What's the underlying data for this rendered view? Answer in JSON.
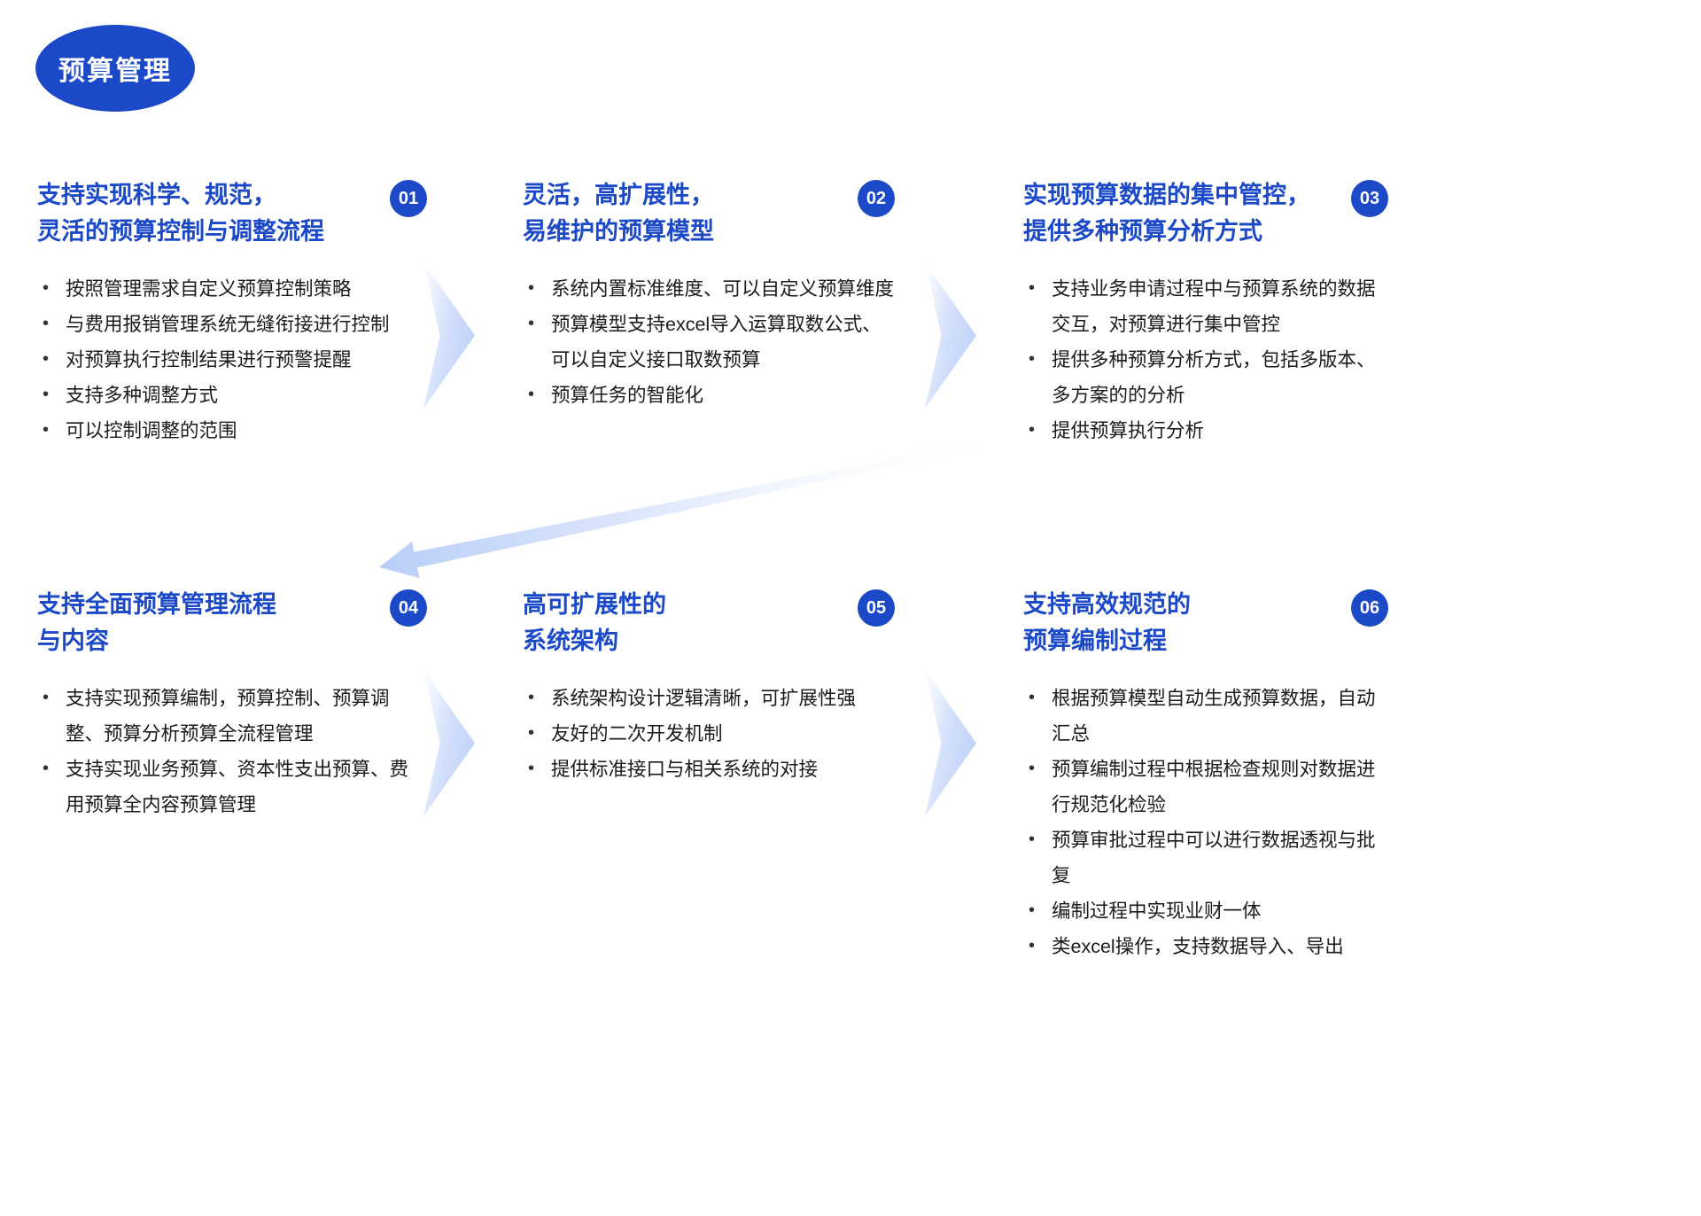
{
  "colors": {
    "accent": "#1B49C8",
    "arrow_light": "#b9cef8",
    "text": "#1b1b1f"
  },
  "header": {
    "badge_label": "预算管理"
  },
  "sections": [
    {
      "number": "01",
      "title": [
        "支持实现科学、规范，",
        "灵活的预算控制与调整流程"
      ],
      "bullets": [
        "按照管理需求自定义预算控制策略",
        "与费用报销管理系统无缝衔接进行控制",
        "对预算执行控制结果进行预警提醒",
        "支持多种调整方式",
        "可以控制调整的范围"
      ]
    },
    {
      "number": "02",
      "title": [
        "灵活，高扩展性，",
        "易维护的预算模型"
      ],
      "bullets": [
        "系统内置标准维度、可以自定义预算维度",
        "预算模型支持excel导入运算取数公式、可以自定义接口取数预算",
        "预算任务的智能化"
      ]
    },
    {
      "number": "03",
      "title": [
        "实现预算数据的集中管控，",
        "提供多种预算分析方式"
      ],
      "bullets": [
        "支持业务申请过程中与预算系统的数据交互，对预算进行集中管控",
        "提供多种预算分析方式，包括多版本、多方案的的分析",
        "提供预算执行分析"
      ]
    },
    {
      "number": "04",
      "title": [
        "支持全面预算管理流程",
        "与内容"
      ],
      "bullets": [
        "支持实现预算编制，预算控制、预算调整、预算分析预算全流程管理",
        "支持实现业务预算、资本性支出预算、费用预算全内容预算管理"
      ]
    },
    {
      "number": "05",
      "title": [
        "高可扩展性的",
        "系统架构"
      ],
      "bullets": [
        "系统架构设计逻辑清晰，可扩展性强",
        "友好的二次开发机制",
        "提供标准接口与相关系统的对接"
      ]
    },
    {
      "number": "06",
      "title": [
        "支持高效规范的",
        "预算编制过程"
      ],
      "bullets": [
        "根据预算模型自动生成预算数据，自动汇总",
        "预算编制过程中根据检查规则对数据进行规范化检验",
        "预算审批过程中可以进行数据透视与批复",
        "编制过程中实现业财一体",
        "类excel操作，支持数据导入、导出"
      ]
    }
  ]
}
